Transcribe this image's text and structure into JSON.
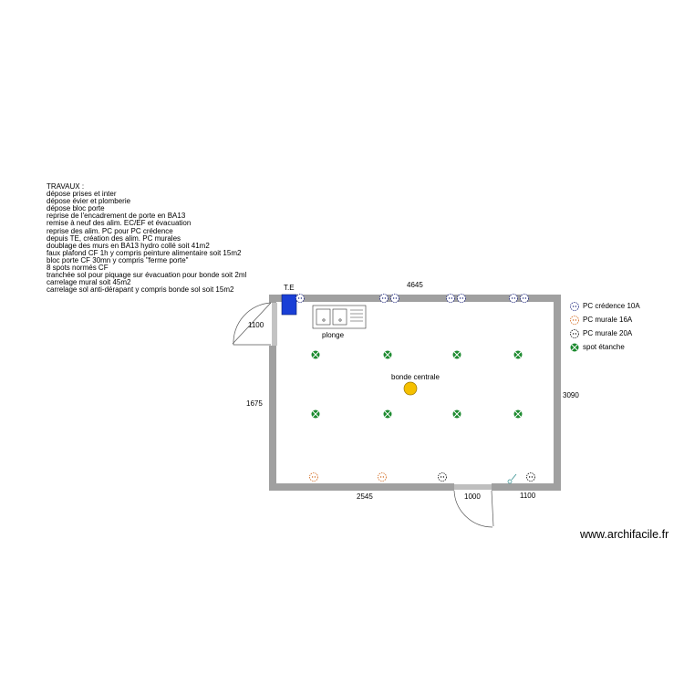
{
  "notes": {
    "title": "TRAVAUX :",
    "lines": [
      "dépose prises et inter",
      "dépose évier et plomberie",
      "dépose bloc porte",
      "reprise de l'encadrement de porte en BA13",
      "remise à neuf des alim. EC/EF et évacuation",
      "reprise des alim. PC pour PC crédence",
      "depuis TE, création des alim. PC murales",
      "doublage des murs en BA13 hydro collé soit 41m2",
      "faux plafond CF 1h y compris peinture alimentaire soit 15m2",
      "bloc porte CF 30mn y compris \"ferme porte\"",
      "8 spots normés CF",
      "tranchée sol pour piquage sur évacuation pour bonde soit 2ml",
      "carrelage mural soit 45m2",
      "carrelage sol anti-dérapant y compris bonde sol soit 15m2"
    ]
  },
  "plan": {
    "labels": {
      "te": "T.E",
      "plonge": "plonge",
      "bonde": "bonde centrale"
    },
    "dimensions": {
      "top_width": "4645",
      "left_door": "1100",
      "left_wall": "1675",
      "right_wall": "3090",
      "bottom_left": "2545",
      "bottom_door": "1000",
      "bottom_right": "1100"
    }
  },
  "legend": [
    {
      "label": "PC crédence 10A",
      "color": "#1a237e"
    },
    {
      "label": "PC murale 16A",
      "color": "#d2691e"
    },
    {
      "label": "PC murale 20A",
      "color": "#111111"
    },
    {
      "label": "spot étanche",
      "color": "#1b8a2e"
    }
  ],
  "colors": {
    "wall": "#a0a0a0",
    "te_box": "#1a3fd6",
    "bonde": "#f5c000"
  },
  "watermark": "www.archifacile.fr"
}
